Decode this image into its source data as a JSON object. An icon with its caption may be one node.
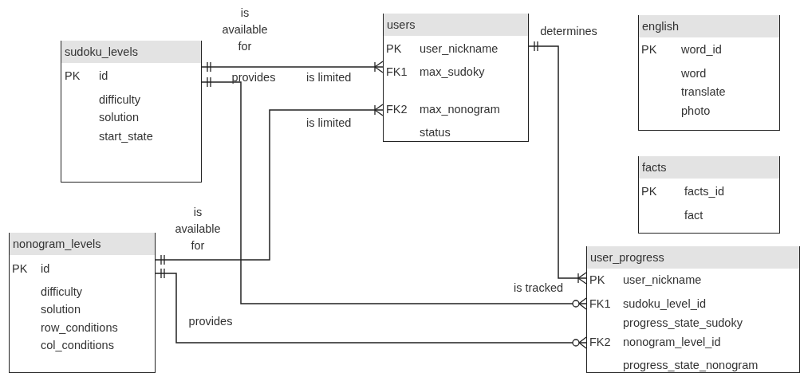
{
  "diagram": {
    "nodes": [
      {
        "text": [
          "sudoku_levels",
          "PK",
          "id",
          "difficulty",
          "solution",
          "start_state"
        ]
      },
      {
        "text": [
          "users",
          "PK",
          "user_nickname",
          "FK1",
          "max_sudoky",
          "FK2",
          "max_nonogram",
          "status"
        ]
      },
      {
        "text": [
          "english",
          "PK",
          "word_id",
          "word",
          "translate",
          "photo"
        ]
      },
      {
        "text": [
          "facts",
          "PK",
          "facts_id",
          "fact"
        ]
      },
      {
        "text": [
          "nonogram_levels",
          "PK",
          "id",
          "difficulty",
          "solution",
          "row_conditions",
          "col_conditions"
        ]
      },
      {
        "text": [
          "user_progress",
          "PK",
          "user_nickname",
          "FK1",
          "sudoku_level_id",
          "progress_state_sudoky",
          "FK2",
          "nonogram_level_id",
          "progress_state_nonogram"
        ]
      }
    ],
    "edges": [
      {
        "from": 0,
        "to": 1,
        "arrow": "other",
        "label": "is available for"
      },
      {
        "from": 0,
        "to": 5,
        "arrow": "other",
        "label": "provides"
      },
      {
        "from": 1,
        "to": 5,
        "arrow": "other",
        "label": "determines"
      },
      {
        "from": 4,
        "to": 1,
        "arrow": "other",
        "label": "is available for"
      },
      {
        "from": 4,
        "to": 5,
        "arrow": "other",
        "label": "provides"
      }
    ],
    "labels": [
      "is limited",
      "is limited",
      "is tracked"
    ]
  }
}
